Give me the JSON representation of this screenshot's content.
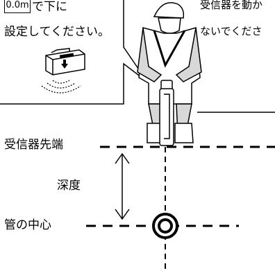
{
  "callout": {
    "box_value": "0.0m",
    "line1_suffix": "で下に",
    "line2": "設定してください。"
  },
  "note_right": {
    "line1": "受信器を動か",
    "line2": "ないでくださ"
  },
  "labels": {
    "receiver_tip": "受信器先端",
    "depth": "深度",
    "pipe_center": "管の中心"
  },
  "icons": {
    "worker": "worker-with-receiver-icon",
    "device": "receiver-device-icon",
    "signal": "signal-waves-icon",
    "pipe": "pipe-cross-section-icon",
    "depth_arrow": "double-arrow-icon"
  }
}
